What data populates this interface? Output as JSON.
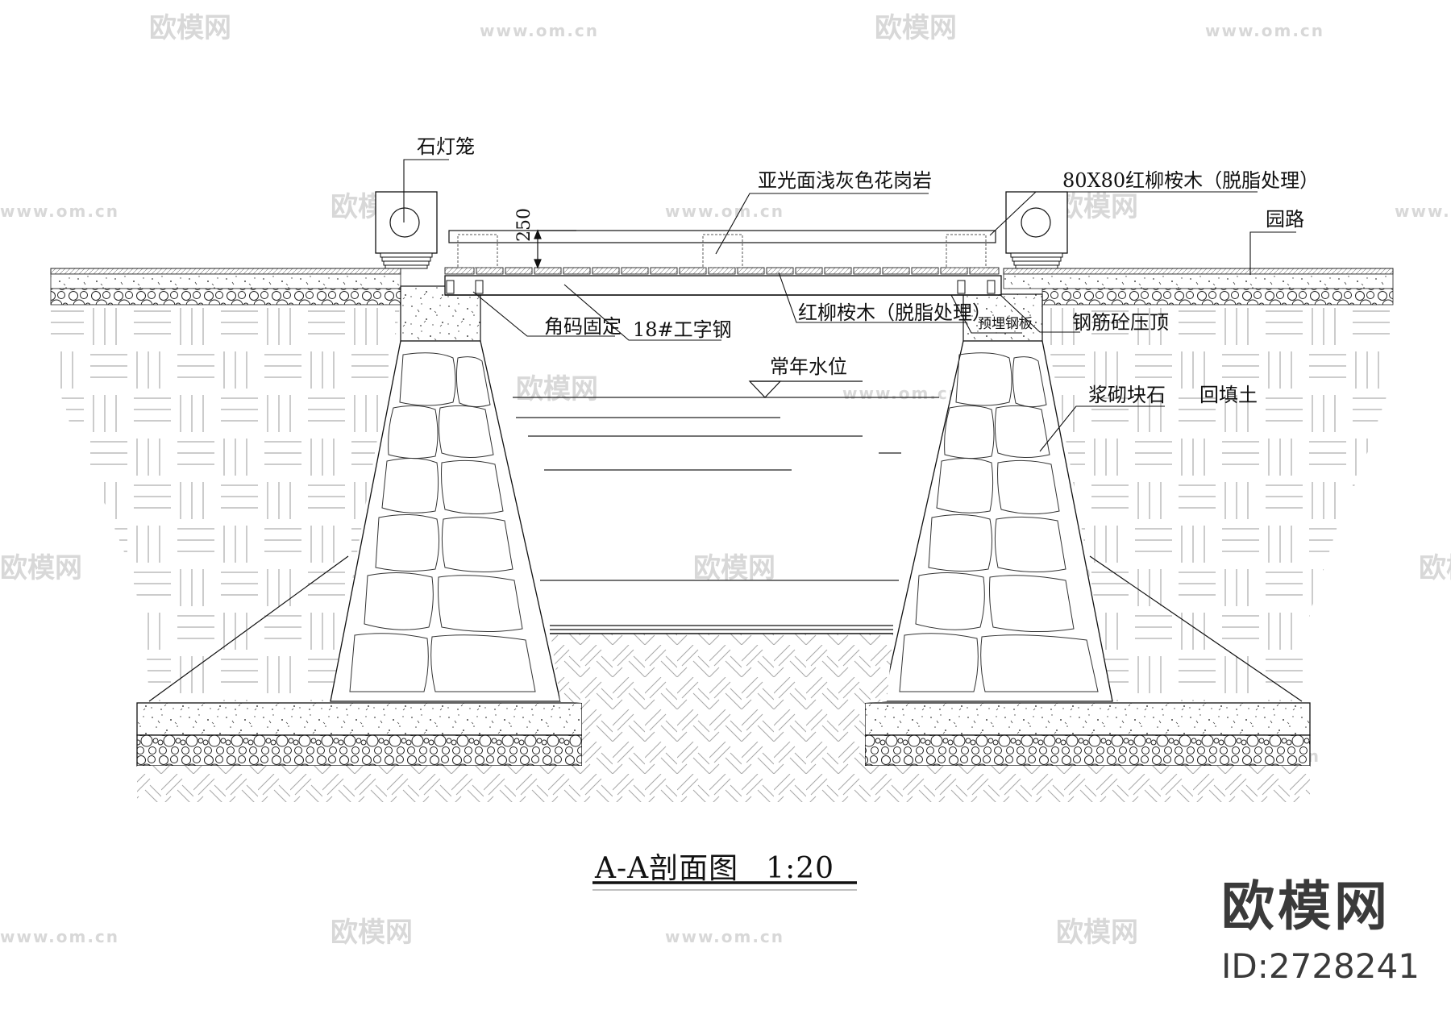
{
  "drawing": {
    "title": "A-A剖面图",
    "scale": "1:20",
    "dimension": "250"
  },
  "labels": {
    "stone_lantern": "石灯笼",
    "granite": "亚光面浅灰色花岗岩",
    "timber_80x80": "80X80红柳桉木（脱脂处理）",
    "garden_path": "园路",
    "angle_fixing": "角码固定",
    "i_beam": "18#工字钢",
    "timber_deck": "红柳桉木（脱脂处理）",
    "embedded_plate": "预埋钢板",
    "rc_coping": "钢筋砼压顶",
    "water_level": "常年水位",
    "rubble_masonry": "浆砌块石",
    "backfill": "回填土"
  },
  "watermark": {
    "brand": "欧模网",
    "id": "ID:2728241",
    "url": "www.om.cn"
  },
  "colors": {
    "line": "#111111",
    "hatch": "#9a9a9a",
    "watermark_faint": "#d8d8d8",
    "watermark_dark": "#3a3a3a"
  }
}
